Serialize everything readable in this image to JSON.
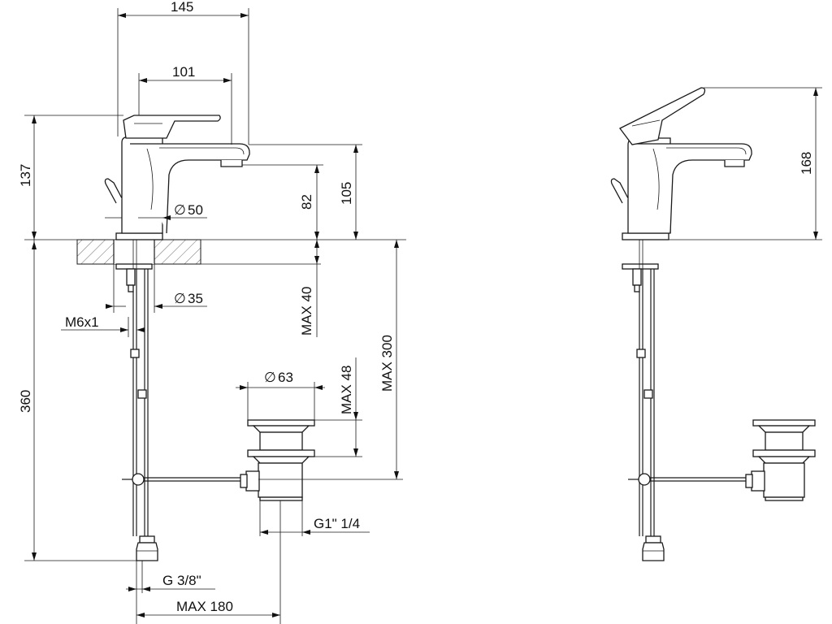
{
  "dimensions": {
    "d145": "145",
    "d101": "101",
    "d137": "137",
    "d82": "82",
    "d105": "105",
    "d50": "50",
    "d35": "35",
    "m6": "M6x1",
    "d360": "360",
    "max40": "MAX 40",
    "max300": "MAX 300",
    "max48": "MAX 48",
    "d63": "63",
    "g1": "G1\" 1/4",
    "g38": "G 3/8\"",
    "max180": "MAX 180",
    "d168": "168"
  },
  "diameter_symbol": "∅"
}
